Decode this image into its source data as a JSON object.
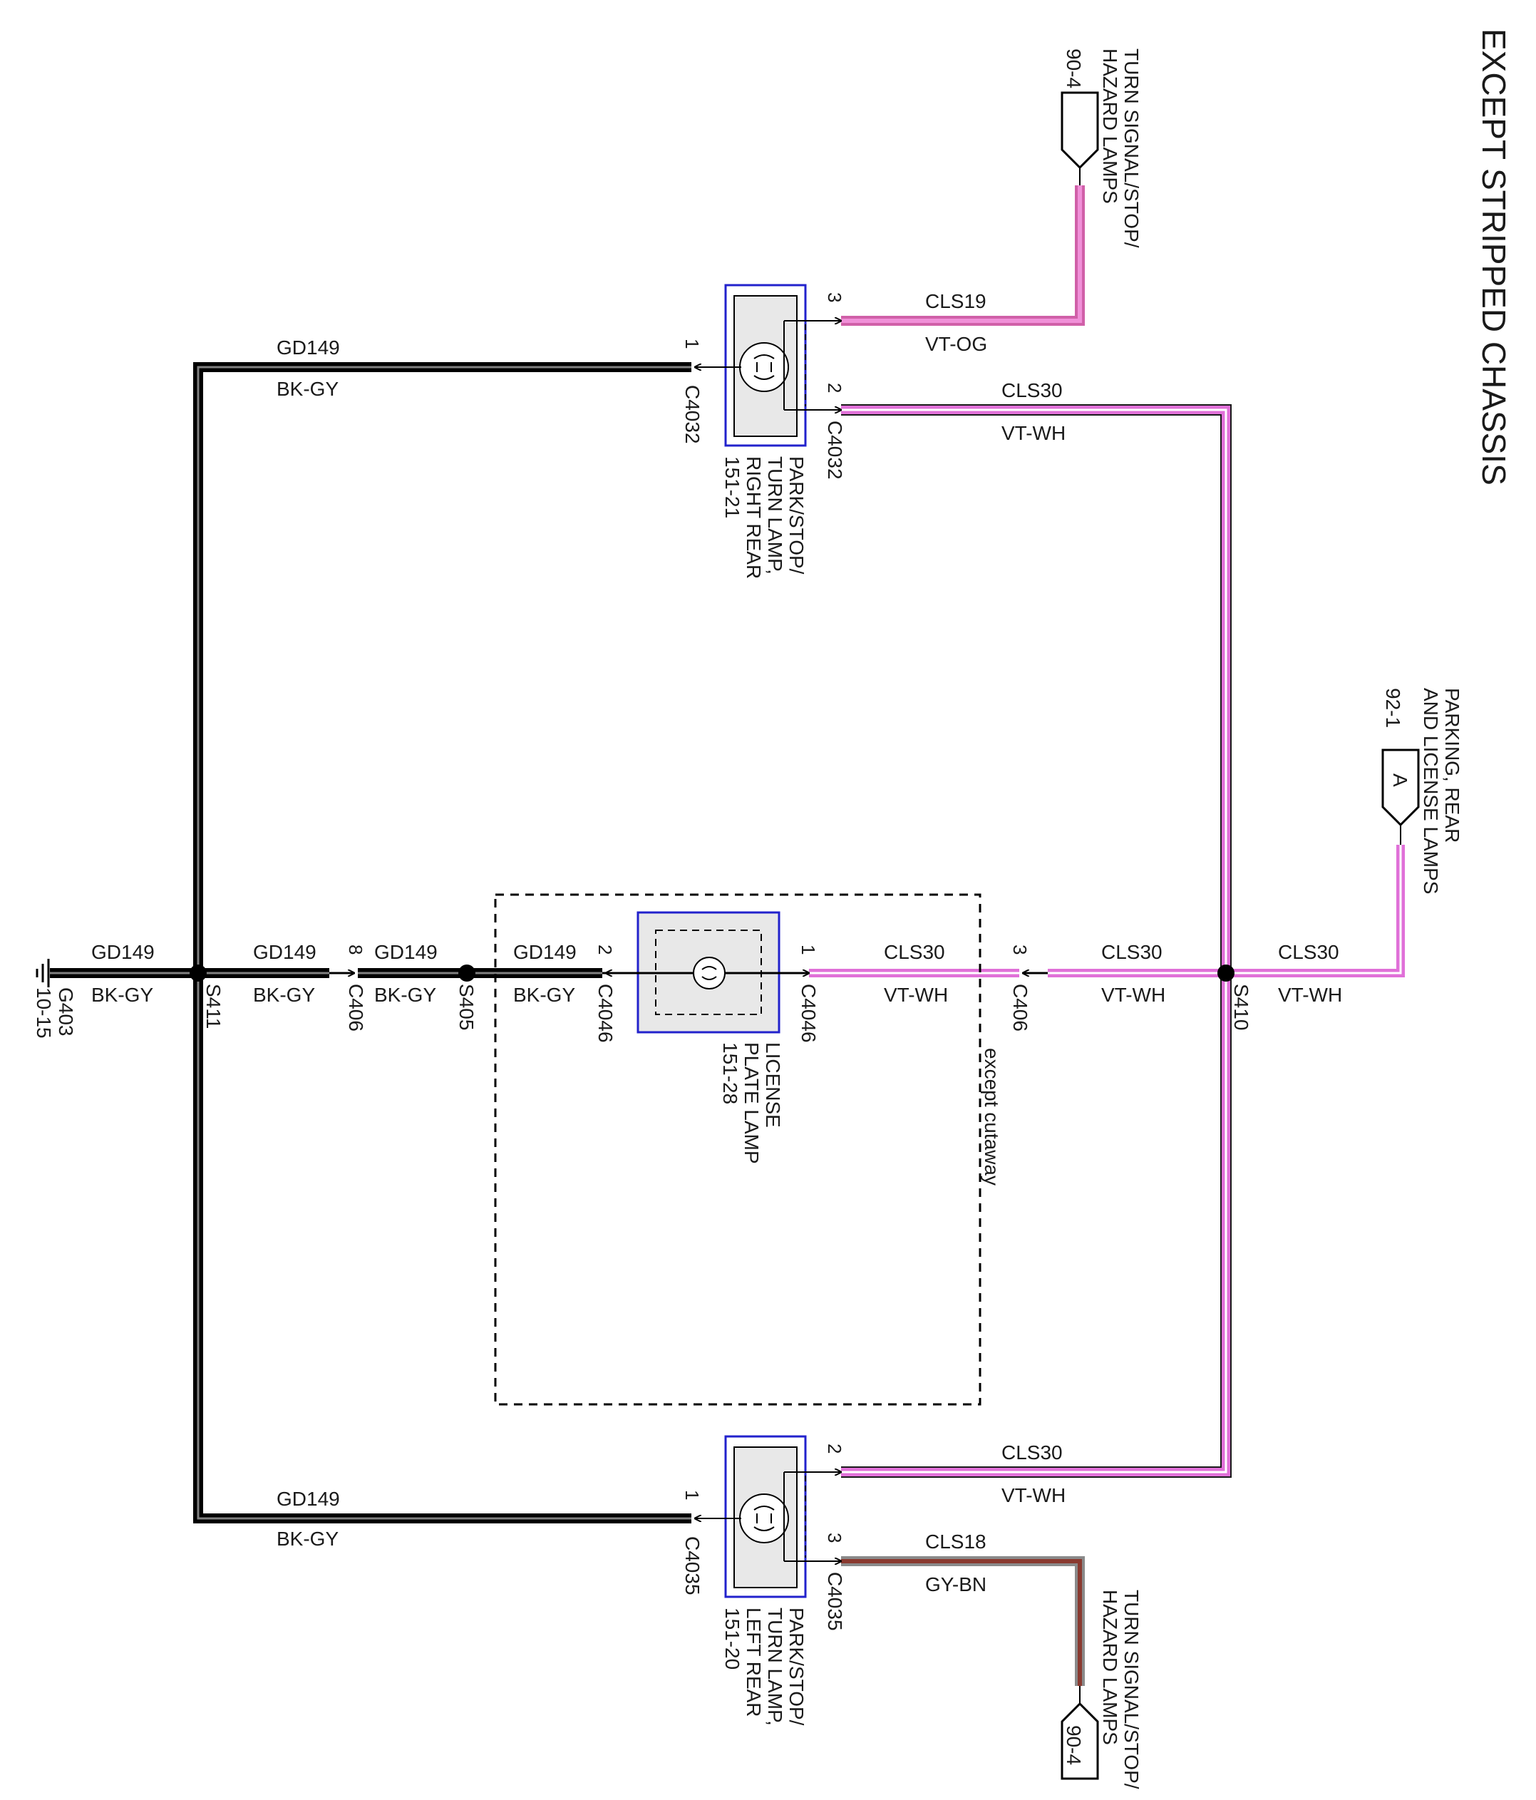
{
  "title": "EXCEPT STRIPPED CHASSIS",
  "colors": {
    "ground_wire": "#000000",
    "ground_wire_stripe": "#808080",
    "violet_white": "#e070d8",
    "violet_orange": "#e070c0",
    "gray_brown": "#8a3a30",
    "component_outline": "#2222cc",
    "component_fill": "#e8e8e8"
  },
  "references": {
    "turn_top": {
      "name": "TURN SIGNAL/STOP/\nHAZARD LAMPS",
      "page": "90-4"
    },
    "turn_bottom": {
      "name": "TURN SIGNAL/STOP/\nHAZARD LAMPS",
      "page": "90-4"
    },
    "parking": {
      "name": "PARKING, REAR\nAND LICENSE LAMPS",
      "page": "92-1",
      "pin": "A"
    }
  },
  "components": {
    "right_rear": {
      "name": "PARK/STOP/\nTURN LAMP,\nRIGHT REAR",
      "page": "151-21",
      "connector": "C4032",
      "pins": {
        "ground": "1",
        "park": "2",
        "turn": "3"
      }
    },
    "left_rear": {
      "name": "PARK/STOP/\nTURN LAMP,\nLEFT REAR",
      "page": "151-20",
      "connector": "C4035",
      "pins": {
        "ground": "1",
        "park": "2",
        "turn": "3"
      }
    },
    "license": {
      "name": "LICENSE\nPLATE LAMP",
      "page": "151-28",
      "connector": "C4046",
      "pins": {
        "ground": "2",
        "power": "1"
      }
    }
  },
  "wires": {
    "cls19": {
      "circuit": "CLS19",
      "color": "VT-OG"
    },
    "cls18": {
      "circuit": "CLS18",
      "color": "GY-BN"
    },
    "cls30": {
      "circuit": "CLS30",
      "color": "VT-WH"
    },
    "gd149": {
      "circuit": "GD149",
      "color": "BK-GY"
    }
  },
  "splices": {
    "s410": "S410",
    "s411": "S411",
    "s405": "S405"
  },
  "inline_connector": {
    "name": "C406",
    "pin_power": "3",
    "pin_ground": "8"
  },
  "ground": {
    "name": "G403",
    "page": "10-15"
  },
  "option_note": "except cutaway"
}
